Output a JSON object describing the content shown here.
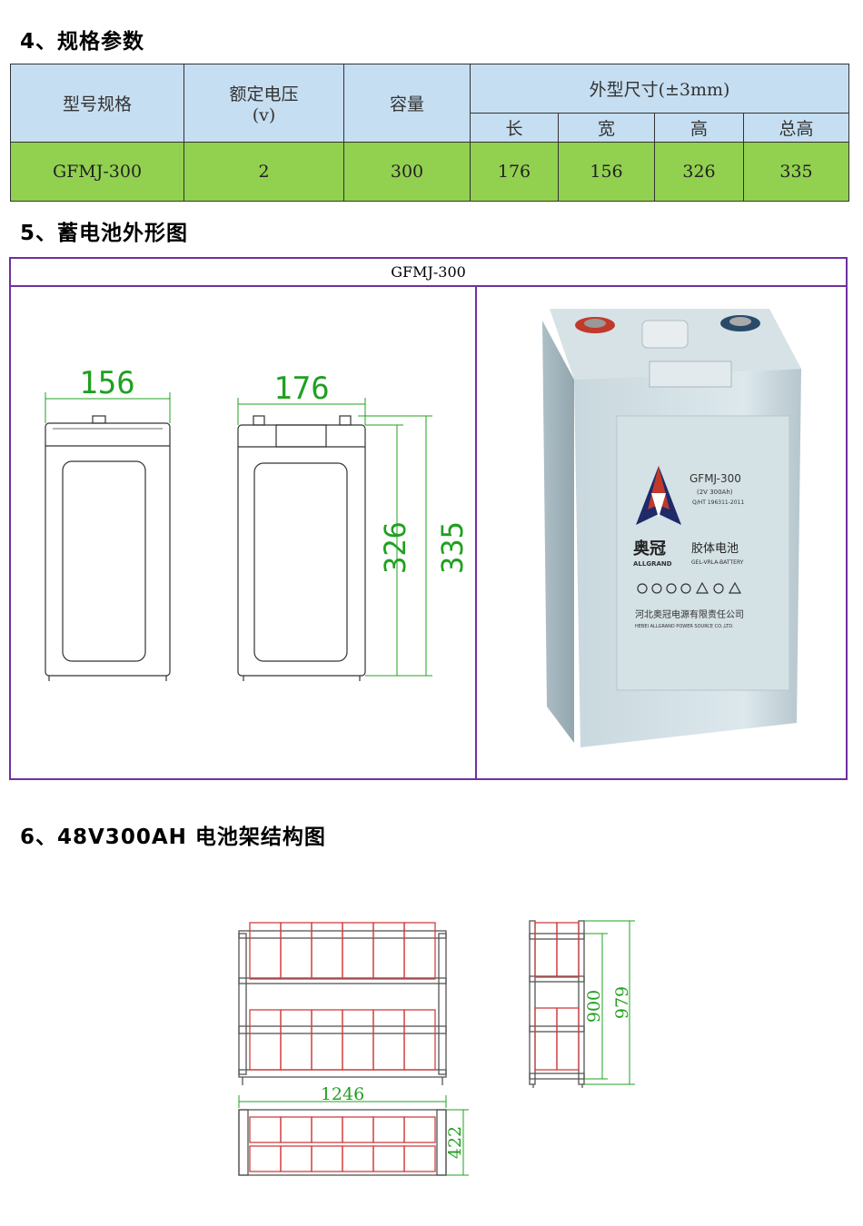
{
  "sections": {
    "spec_heading": "4、规格参数",
    "outline_heading": "5、蓄电池外形图",
    "rack_heading": "6、48V300AH 电池架结构图"
  },
  "spec_table": {
    "headers": {
      "model": "型号规格",
      "voltage_line1": "额定电压",
      "voltage_line2": "(v)",
      "capacity": "容量",
      "dimensions": "外型尺寸(±3mm)",
      "length": "长",
      "width": "宽",
      "height": "高",
      "total_height": "总高"
    },
    "row": {
      "model": "GFMJ-300",
      "voltage": "2",
      "capacity": "300",
      "length": "176",
      "width": "156",
      "height": "326",
      "total_height": "335"
    }
  },
  "outline": {
    "title": "GFMJ-300",
    "dim_width": "156",
    "dim_length": "176",
    "dim_height": "326",
    "dim_total_height": "335"
  },
  "battery_photo": {
    "model": "GFMJ-300",
    "rating": "(2V 300Ah)",
    "standard": "Q/HT 196311-2011",
    "brand_cn": "奥冠",
    "brand_en": "ALLGRAND",
    "product_cn": "胶体电池",
    "product_en": "GEL-VRLA-BATTERY",
    "company_cn": "河北奥冠电源有限责任公司",
    "company_en": "HEBEI ALLGRAND POWER SOURCE CO.,LTD."
  },
  "rack": {
    "dim_length": "1246",
    "dim_inner_height": "900",
    "dim_total_height": "979",
    "dim_depth": "422"
  },
  "colors": {
    "table_header": "#c6def1",
    "table_row": "#92d050",
    "frame": "#7030a0",
    "dimension_green": "#20a020",
    "cell_red": "#d04040"
  }
}
